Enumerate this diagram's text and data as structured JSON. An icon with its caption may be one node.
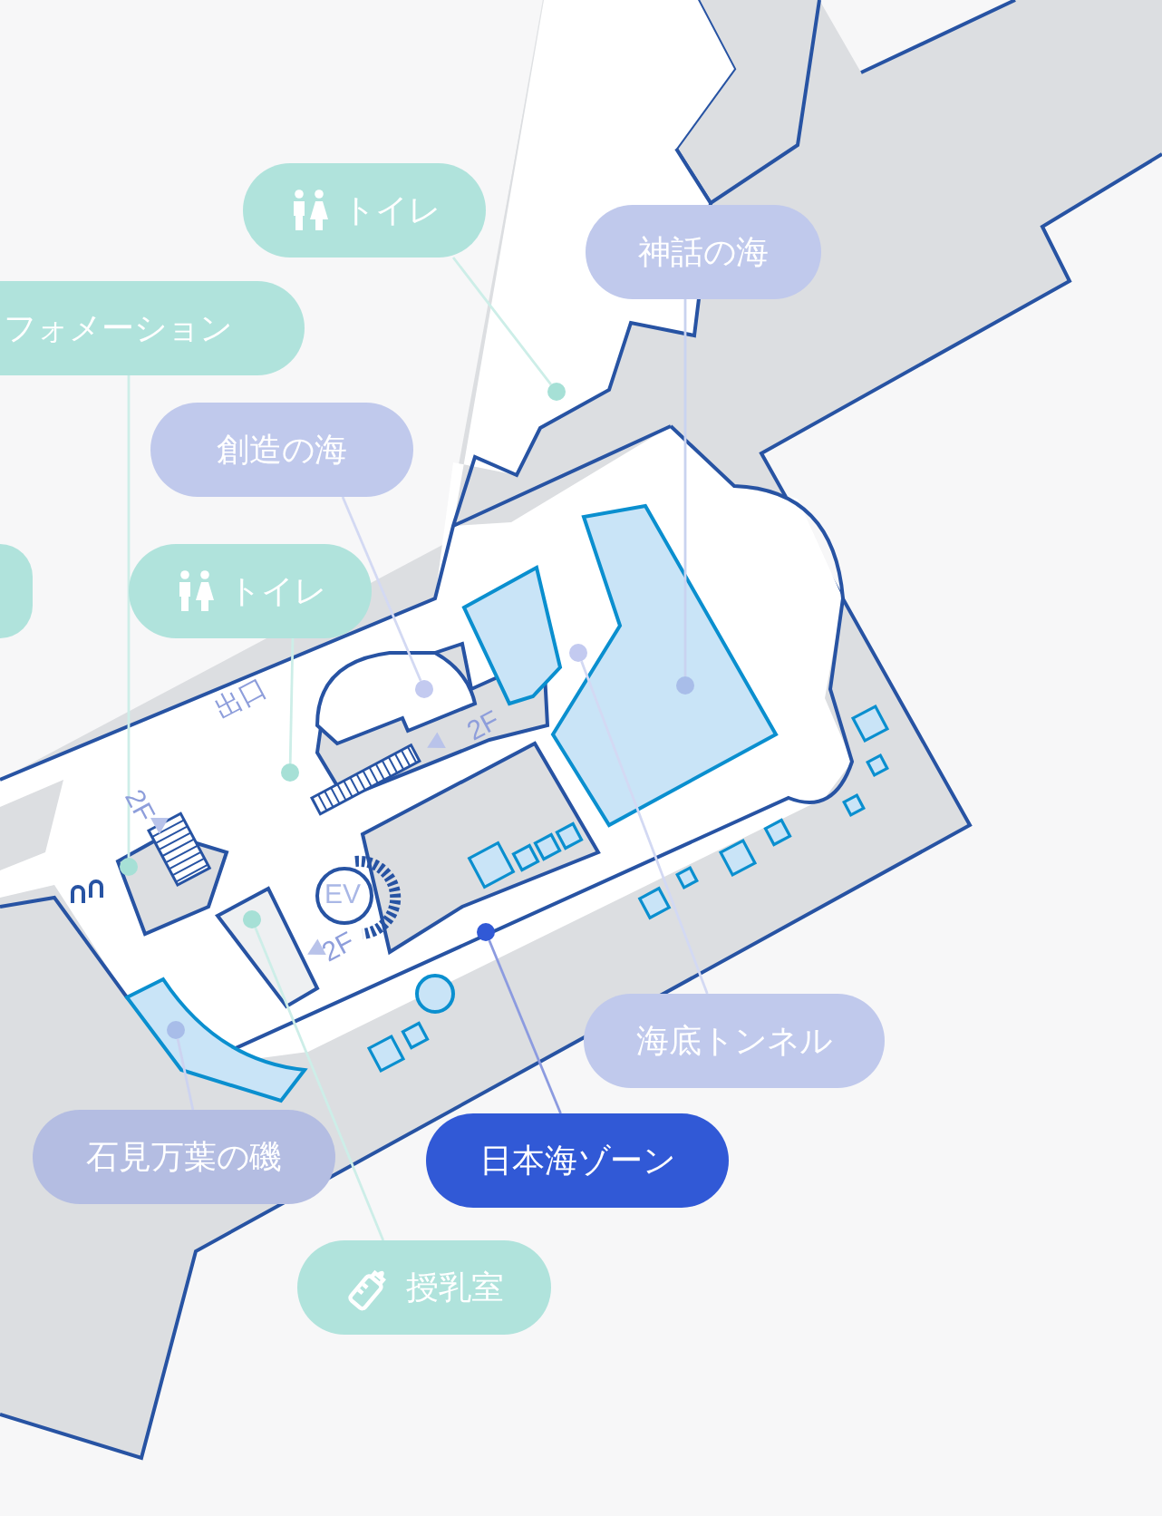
{
  "diagram": {
    "nodes": [
      {
        "text": [
          "トイレ"
        ]
      },
      {
        "text": [
          "神話の海"
        ]
      },
      {
        "text": [
          "フォメーション"
        ]
      },
      {
        "text": [
          "創造の海"
        ]
      },
      {
        "text": [],
        "shape": "box"
      },
      {
        "text": [
          "トイレ"
        ]
      },
      {
        "text": [
          "海底トンネル"
        ]
      },
      {
        "text": [
          "日本海ゾーン"
        ]
      },
      {
        "text": [
          "石見万葉の磯"
        ]
      },
      {
        "text": [
          "授乳室"
        ]
      },
      {
        "text": [],
        "shape": "circle"
      },
      {
        "text": [],
        "shape": "circle"
      },
      {
        "text": [],
        "shape": "circle"
      },
      {
        "text": [],
        "shape": "circle"
      },
      {
        "text": [],
        "shape": "circle"
      },
      {
        "text": [],
        "shape": "circle"
      },
      {
        "text": [],
        "shape": "circle"
      },
      {
        "text": [],
        "shape": "circle"
      },
      {
        "text": [],
        "shape": "circle"
      }
    ],
    "edges": [
      {
        "from": 0,
        "to": 10,
        "arrow": "none"
      },
      {
        "from": 1,
        "to": 11,
        "arrow": "none"
      },
      {
        "from": 2,
        "to": 12,
        "arrow": "none"
      },
      {
        "from": 3,
        "to": 13,
        "arrow": "none"
      },
      {
        "from": 5,
        "to": 14,
        "arrow": "none"
      },
      {
        "from": 6,
        "to": 15,
        "arrow": "none"
      },
      {
        "from": 7,
        "to": 16,
        "arrow": "none"
      },
      {
        "from": 8,
        "to": 17,
        "arrow": "none"
      },
      {
        "from": 9,
        "to": 18,
        "arrow": "none"
      }
    ],
    "labels": [
      "出口",
      "2F",
      "2F",
      "EV",
      "2F"
    ]
  }
}
